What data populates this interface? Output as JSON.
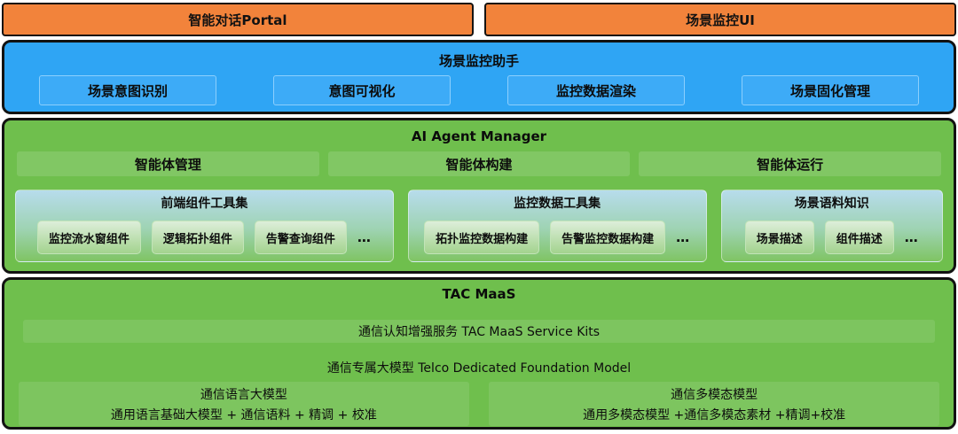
{
  "portal_row": {
    "left_label": "智能对话Portal",
    "right_label": "场景监控UI"
  },
  "assistant": {
    "title": "场景监控助手",
    "items": [
      {
        "label": "场景意图识别"
      },
      {
        "label": "意图可视化"
      },
      {
        "label": "监控数据渲染"
      },
      {
        "label": "场景固化管理"
      }
    ]
  },
  "agent_manager": {
    "title": "AI Agent Manager",
    "columns": [
      {
        "label": "智能体管理"
      },
      {
        "label": "智能体构建"
      },
      {
        "label": "智能体运行"
      }
    ],
    "toolsets": [
      {
        "title": "前端组件工具集",
        "items": [
          {
            "label": "监控流水窗组件"
          },
          {
            "label": "逻辑拓扑组件"
          },
          {
            "label": "告警查询组件"
          }
        ],
        "more": "…"
      },
      {
        "title": "监控数据工具集",
        "items": [
          {
            "label": "拓扑监控数据构建"
          },
          {
            "label": "告警监控数据构建"
          }
        ],
        "more": "…"
      },
      {
        "title": "场景语料知识",
        "items": [
          {
            "label": "场景描述"
          },
          {
            "label": "组件描述"
          }
        ],
        "more": "…"
      }
    ]
  },
  "maas": {
    "title": "TAC MaaS",
    "service_line": "通信认知增强服务 TAC MaaS Service Kits",
    "foundation_line": "通信专属大模型 Telco Dedicated Foundation Model",
    "columns": [
      {
        "title": "通信语言大模型",
        "detail": "通用语言基础大模型 + 通信语料 + 精调 + 校准"
      },
      {
        "title": "通信多模态模型",
        "detail": "通用多模态模型 +通信多模态素材 +精调+校准"
      }
    ]
  },
  "colors": {
    "portal_orange": "#f2833b",
    "assistant_blue": "#2fa5f4",
    "panel_green": "#6fbf4d",
    "border_black": "#121212"
  }
}
